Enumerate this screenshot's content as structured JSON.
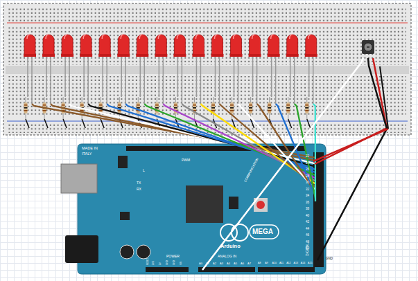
{
  "diagram": {
    "labels": [
      "MADE IN",
      "ITALY",
      "L",
      "TX",
      "RX",
      "PWM",
      "COMMUNICATION",
      "MEGA",
      "Arduino",
      "POWER",
      "ANALOG IN",
      "DIGITAL",
      "22",
      "24",
      "26",
      "28",
      "30",
      "32",
      "34",
      "36",
      "38",
      "40",
      "42",
      "44",
      "46",
      "48",
      "50",
      "GND",
      "A0",
      "A1",
      "A2",
      "A3",
      "A4",
      "A5",
      "A6",
      "A7",
      "A8",
      "A9",
      "A10",
      "A11",
      "A12",
      "A13",
      "A14",
      "A15",
      "RESET",
      "3V3",
      "5V",
      "GND",
      "GND",
      "VIN"
    ]
  }
}
